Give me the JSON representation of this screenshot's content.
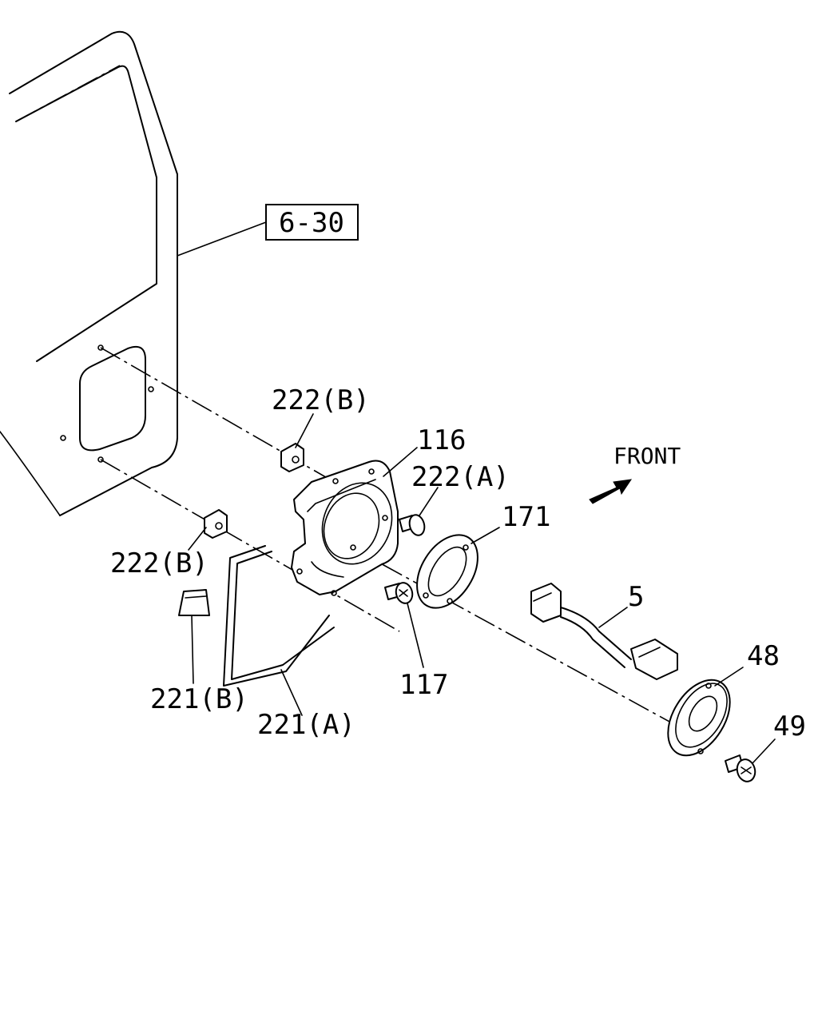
{
  "labels": {
    "ref_box": "6-30",
    "p222b_top": "222(B)",
    "p116": "116",
    "p222a": "222(A)",
    "front": "FRONT",
    "p171": "171",
    "p222b_bottom": "222(B)",
    "p5": "5",
    "p48": "48",
    "p49": "49",
    "p221b": "221(B)",
    "p117": "117",
    "p221a": "221(A)"
  },
  "colors": {
    "ink": "#000000",
    "paper": "#ffffff"
  }
}
